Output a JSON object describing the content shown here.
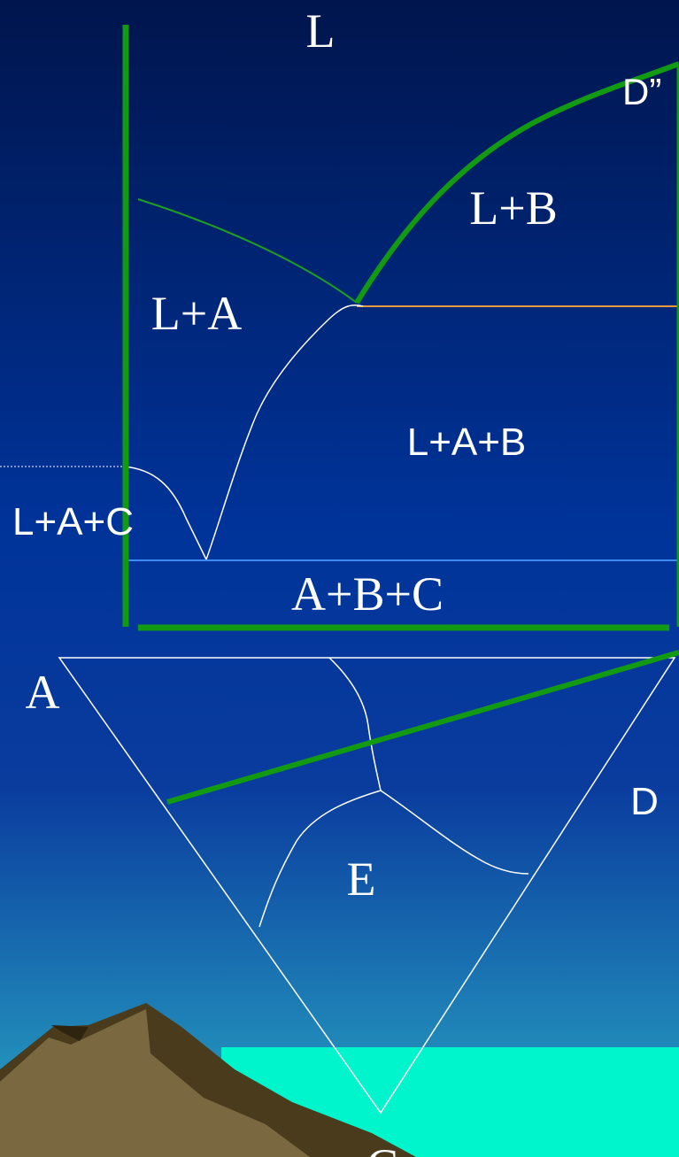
{
  "labels": {
    "liquid": "L",
    "d_double_prime": "D”",
    "l_plus_b": "L+B",
    "l_plus_a": "L+A",
    "l_plus_a_plus_b": "L+A+B",
    "l_plus_a_plus_c": "L+A+C",
    "a_plus_b_plus_c": "A+B+C",
    "vertex_a": "A",
    "vertex_d": "D",
    "eutectic_e": "E",
    "vertex_c": "C"
  },
  "colors": {
    "sky_top": "#00154d",
    "sky_mid": "#003399",
    "sky_low": "#2aa9c4",
    "sea": "#00f5cc",
    "thick_green": "#139a13",
    "thin_green": "#1fa01f",
    "orange_line": "#e89a3c",
    "blue_line": "#3f8cf0",
    "white_line": "#ffffff",
    "mountain_dark": "#4a3b1c",
    "mountain_light": "#7a6840"
  }
}
